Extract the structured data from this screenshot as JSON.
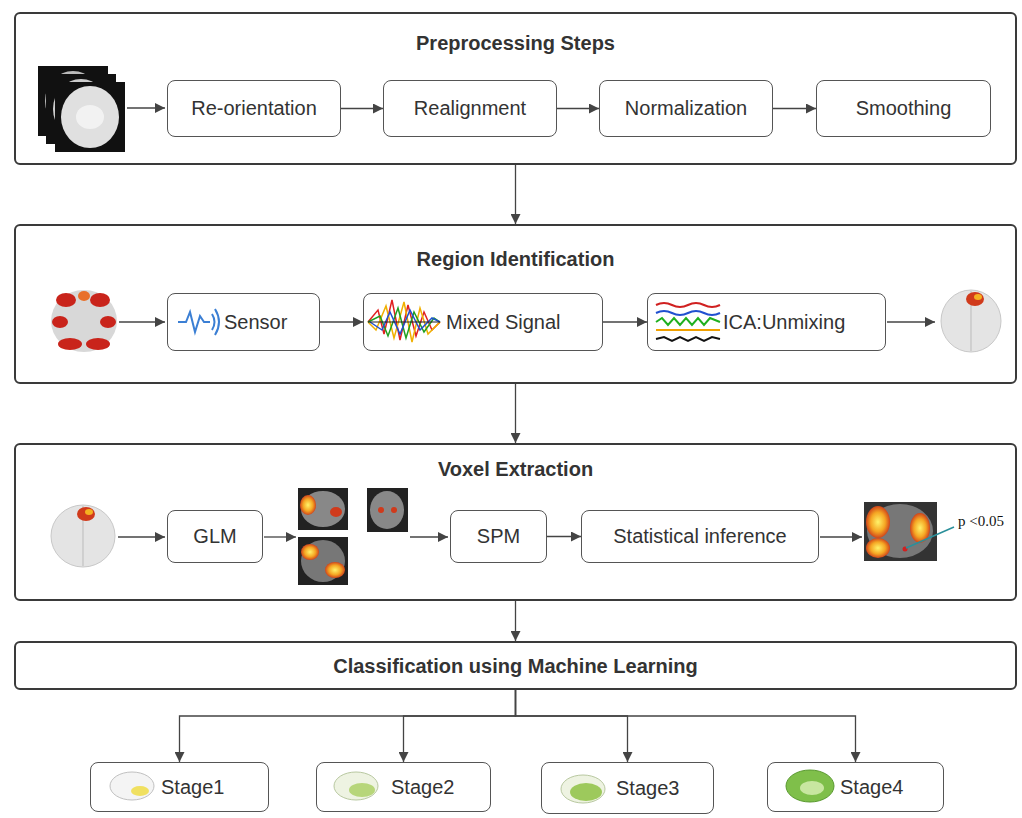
{
  "diagram": {
    "nodes": [
      {
        "text": [
          "Preprocessing Steps"
        ]
      },
      {
        "text": [
          "Re-orientation"
        ],
        "in": 0
      },
      {
        "text": [
          "Realignment"
        ],
        "in": 0
      },
      {
        "text": [
          "Normalization"
        ],
        "in": 0
      },
      {
        "text": [
          "Smoothing"
        ],
        "in": 0
      },
      {
        "text": [
          "Region Identification"
        ]
      },
      {
        "text": [
          "Sensor"
        ],
        "in": 5
      },
      {
        "text": [
          "Mixed Signal"
        ],
        "in": 5
      },
      {
        "text": [
          "ICA:Unmixing"
        ],
        "in": 5
      },
      {
        "text": [
          "Voxel Extraction"
        ]
      },
      {
        "text": [
          "GLM"
        ],
        "in": 9
      },
      {
        "text": [
          "SPM"
        ],
        "in": 9
      },
      {
        "text": [
          "Statistical inference"
        ],
        "in": 9
      },
      {
        "text": [
          "Classification using Machine Learning"
        ]
      },
      {
        "text": [
          "Stage1"
        ]
      },
      {
        "text": [
          "Stage2"
        ]
      },
      {
        "text": [
          "Stage3"
        ]
      },
      {
        "text": [
          "Stage4"
        ]
      }
    ],
    "edges": [
      {
        "from": 1,
        "to": 2,
        "arrow": "to"
      },
      {
        "from": 2,
        "to": 3,
        "arrow": "to"
      },
      {
        "from": 3,
        "to": 4,
        "arrow": "to"
      },
      {
        "from": 0,
        "to": 5,
        "arrow": "to"
      },
      {
        "from": 6,
        "to": 7,
        "arrow": "to"
      },
      {
        "from": 7,
        "to": 8,
        "arrow": "to"
      },
      {
        "from": 5,
        "to": 9,
        "arrow": "to"
      },
      {
        "from": 11,
        "to": 12,
        "arrow": "to"
      },
      {
        "from": 9,
        "to": 13,
        "arrow": "to"
      },
      {
        "from": 13,
        "to": 14,
        "arrow": "to"
      },
      {
        "from": 13,
        "to": 15,
        "arrow": "to"
      },
      {
        "from": 13,
        "to": 16,
        "arrow": "to"
      },
      {
        "from": 13,
        "to": 17,
        "arrow": "to"
      }
    ],
    "labels": [
      "p <0.05"
    ]
  }
}
